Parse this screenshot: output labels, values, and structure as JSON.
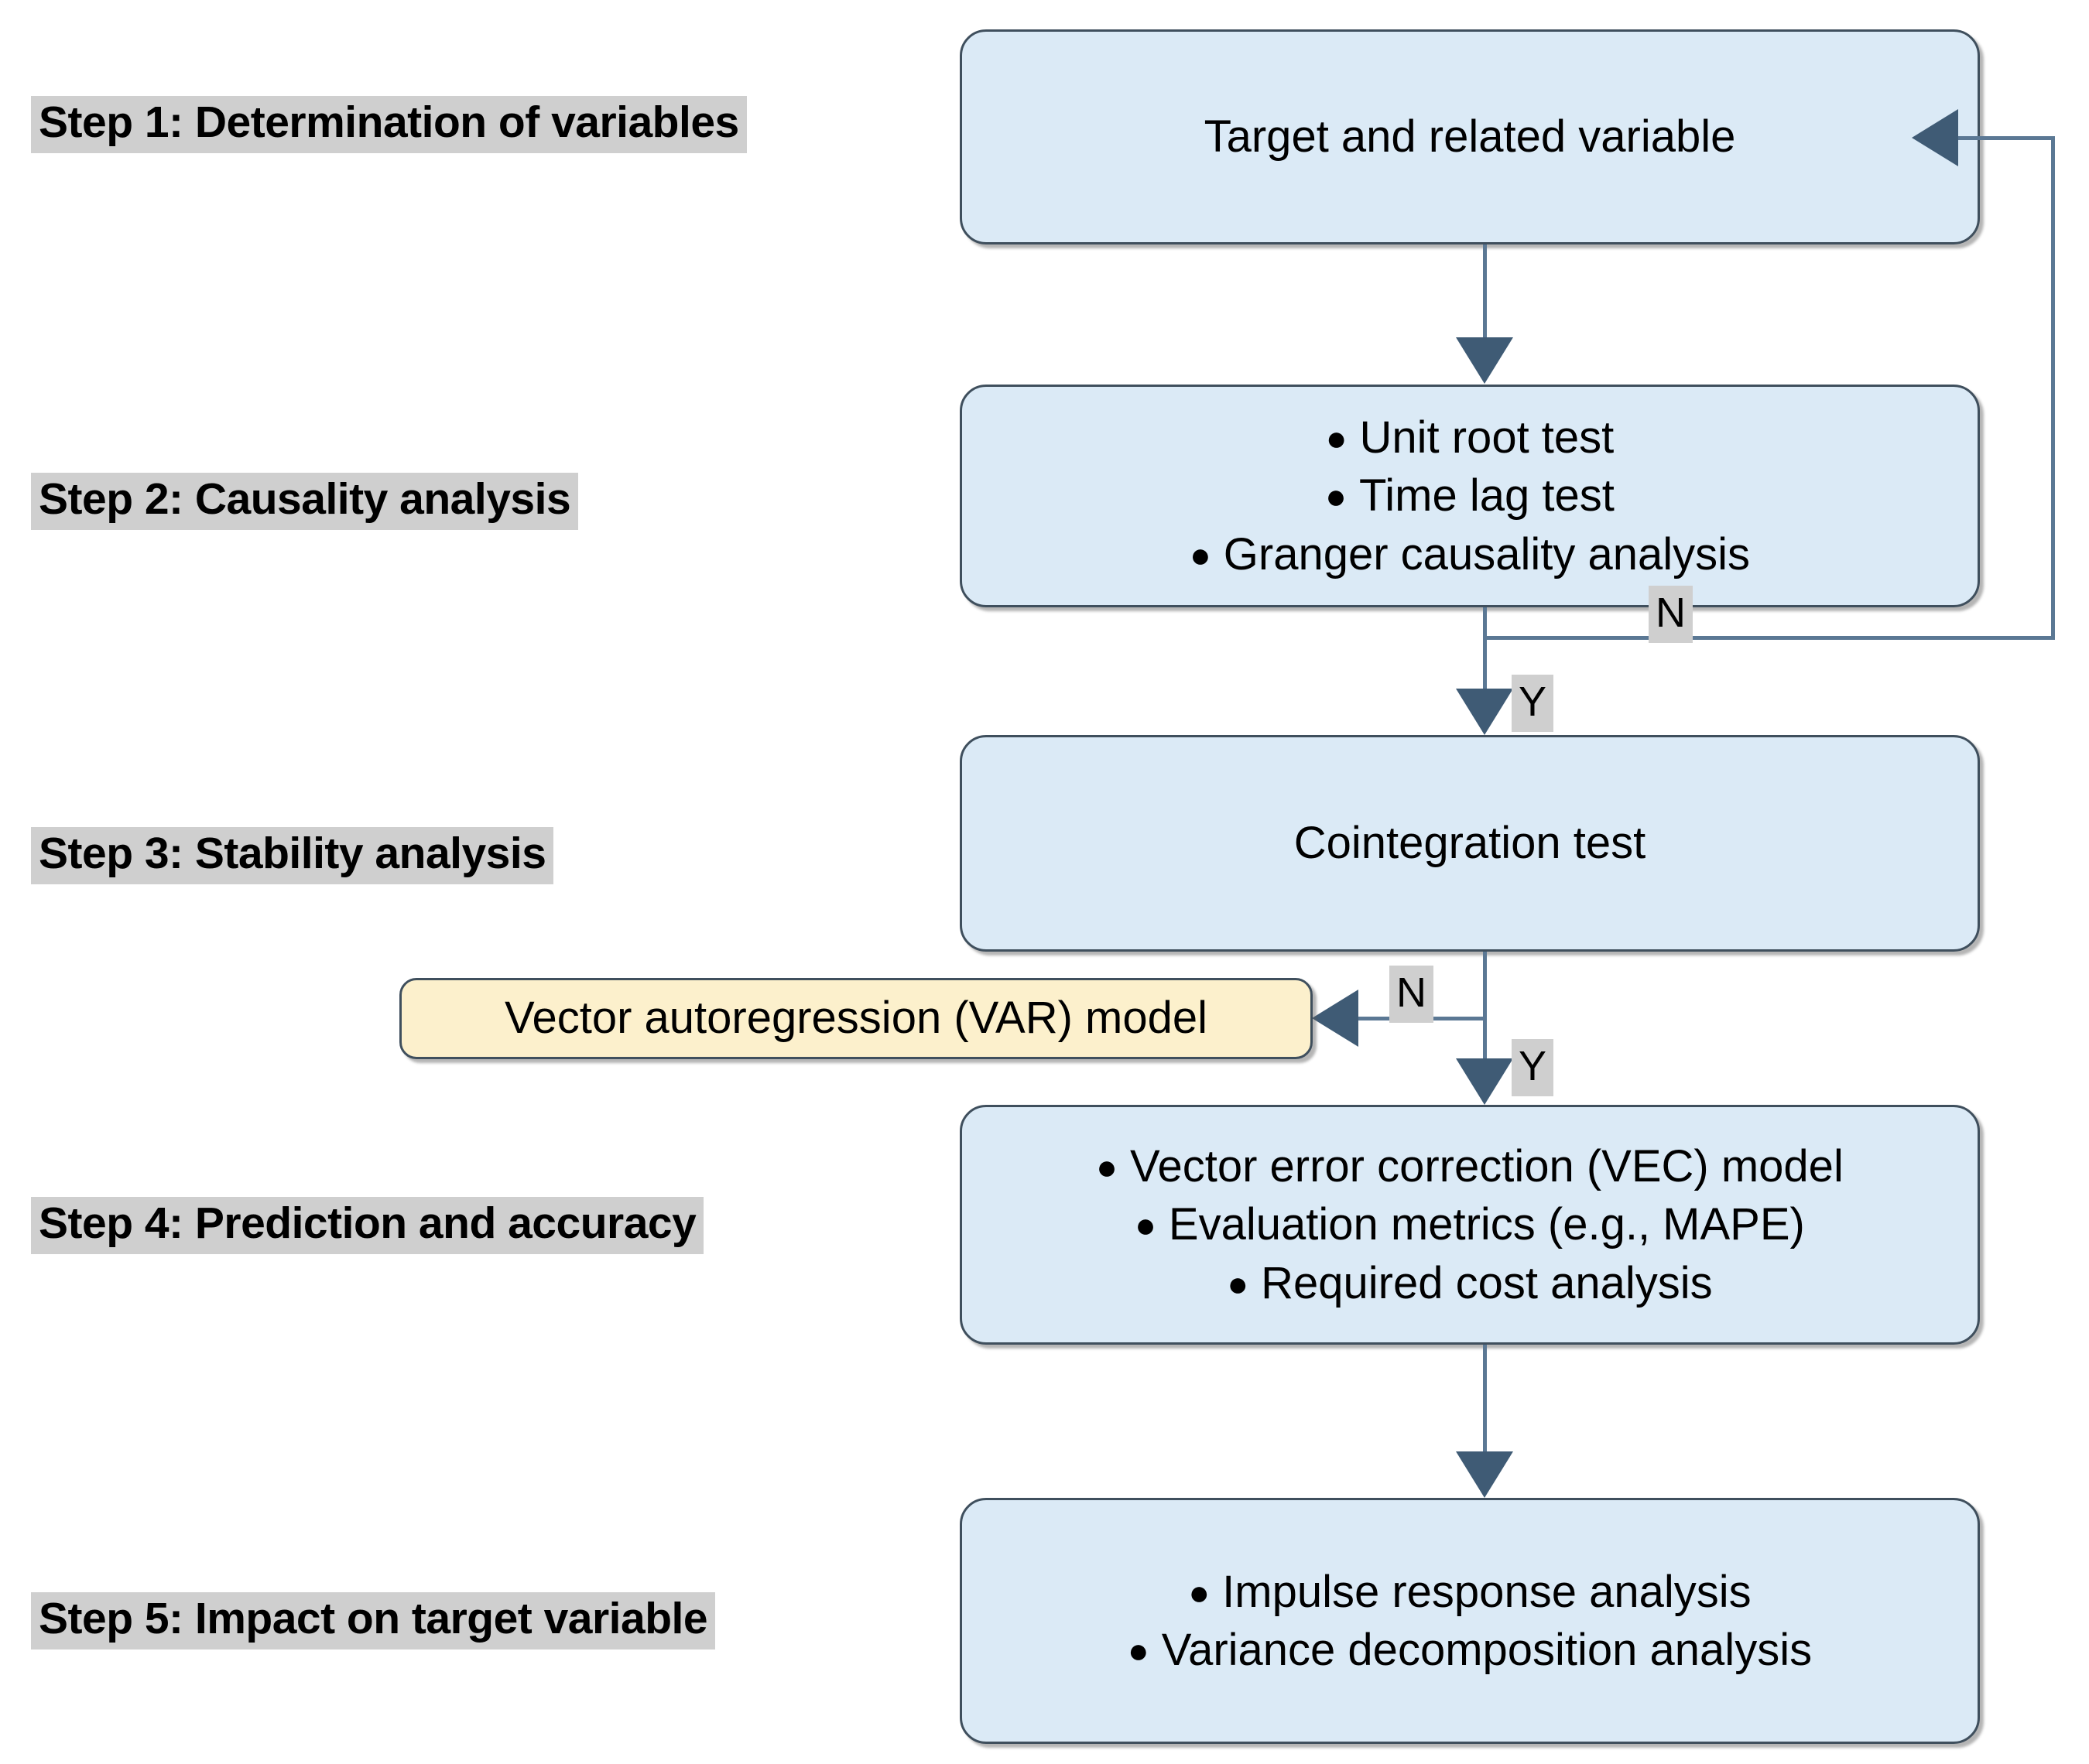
{
  "diagram": {
    "title": "Five-step econometric forecasting methodology flowchart",
    "colors": {
      "box_blue": "#dbeaf6",
      "box_cream": "#fcf0cc",
      "box_border": "#3f4f5d",
      "connector": "#5b7894",
      "arrow_head": "#3f5b75",
      "label_highlight": "#cfcfcf",
      "background": "#ffffff"
    }
  },
  "steps": [
    {
      "label": "Step 1: Determination of variables"
    },
    {
      "label": "Step 2: Causality analysis"
    },
    {
      "label": "Step 3: Stability analysis"
    },
    {
      "label": "Step 4: Prediction and accuracy"
    },
    {
      "label": "Step 5: Impact on target variable"
    }
  ],
  "nodes": {
    "step1": {
      "text": "Target and related variable"
    },
    "step2": {
      "bullets": [
        "Unit root test",
        "Time lag test",
        "Granger causality analysis"
      ]
    },
    "step3": {
      "text": "Cointegration test"
    },
    "var_model": {
      "text": "Vector autoregression (VAR) model"
    },
    "step4": {
      "bullets": [
        "Vector error correction (VEC) model",
        "Evaluation metrics (e.g., MAPE)",
        "Required cost analysis"
      ]
    },
    "step5": {
      "bullets": [
        "Impulse response analysis",
        "Variance decomposition analysis"
      ]
    }
  },
  "branches": {
    "causality_no": "N",
    "causality_yes": "Y",
    "cointegration_no": "N",
    "cointegration_yes": "Y"
  },
  "bullet_glyph": "●"
}
